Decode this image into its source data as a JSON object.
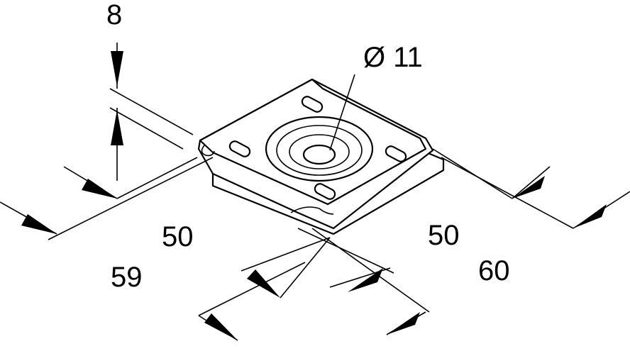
{
  "drawing": {
    "labels": {
      "thickness": "8",
      "hole_diameter": "Ø 11",
      "width_inner_left": "50",
      "width_outer_left": "59",
      "width_inner_right": "50",
      "width_outer_right": "60"
    },
    "colors": {
      "line": "#000000",
      "background": "#ffffff"
    }
  }
}
